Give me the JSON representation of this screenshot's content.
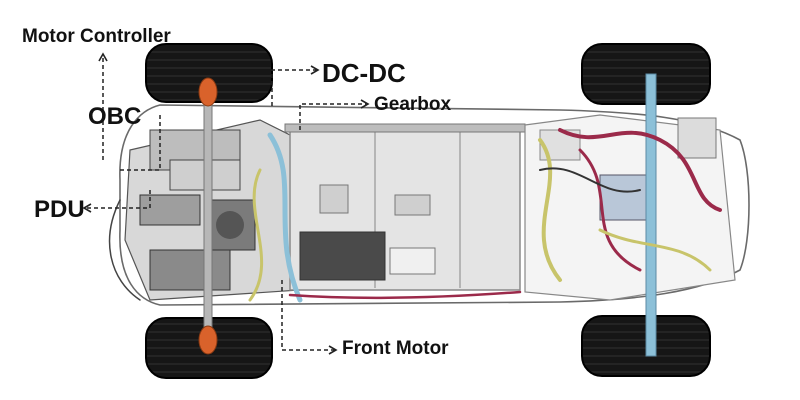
{
  "labels": {
    "motor_controller": "Motor Controller",
    "dc_dc": "DC-DC",
    "gearbox": "Gearbox",
    "obc": "OBC",
    "pdu": "PDU",
    "front_motor": "Front Motor"
  },
  "colors": {
    "background": "#ffffff",
    "tire": "#151515",
    "battery_pack": "#e4e4e4",
    "motor_orange": "#d9622b",
    "harness_red": "#9b2a4a",
    "harness_yellow": "#c8c46a",
    "axle_blue": "#8cc0d8",
    "leader_line": "#222222"
  }
}
